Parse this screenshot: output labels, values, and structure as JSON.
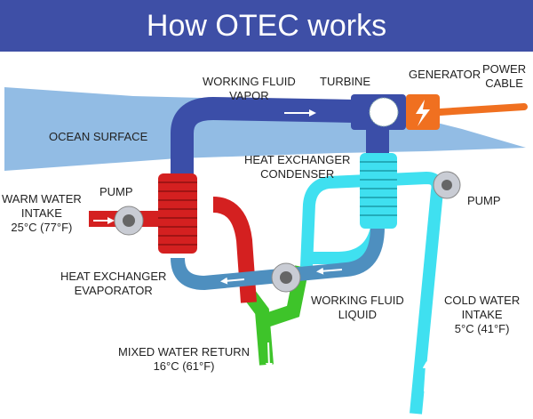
{
  "title": "How OTEC works",
  "labels": {
    "working_fluid_vapor": [
      "WORKING FLUID",
      "VAPOR"
    ],
    "turbine": "TURBINE",
    "generator": "GENERATOR",
    "power_cable": [
      "POWER",
      "CABLE"
    ],
    "ocean_surface": "OCEAN SURFACE",
    "condenser": [
      "HEAT EXCHANGER",
      "CONDENSER"
    ],
    "pump_left": "PUMP",
    "pump_right": "PUMP",
    "warm_water": [
      "WARM WATER",
      "INTAKE",
      "25°C (77°F)"
    ],
    "evaporator": [
      "HEAT EXCHANGER",
      "EVAPORATOR"
    ],
    "working_fluid_liquid": [
      "WORKING FLUID",
      "LIQUID"
    ],
    "cold_water": [
      "COLD WATER",
      "INTAKE",
      "5°C (41°F)"
    ],
    "mixed_water": [
      "MIXED WATER RETURN",
      "16°C (61°F)"
    ]
  },
  "colors": {
    "banner": "#3e4fa6",
    "vapor": "#3b4ea8",
    "warm": "#d42020",
    "cold": "#3fe0f0",
    "liquid": "#4e8fbf",
    "mixed": "#3ec42a",
    "generator": "#f07020",
    "ocean": "#7fb0df"
  }
}
